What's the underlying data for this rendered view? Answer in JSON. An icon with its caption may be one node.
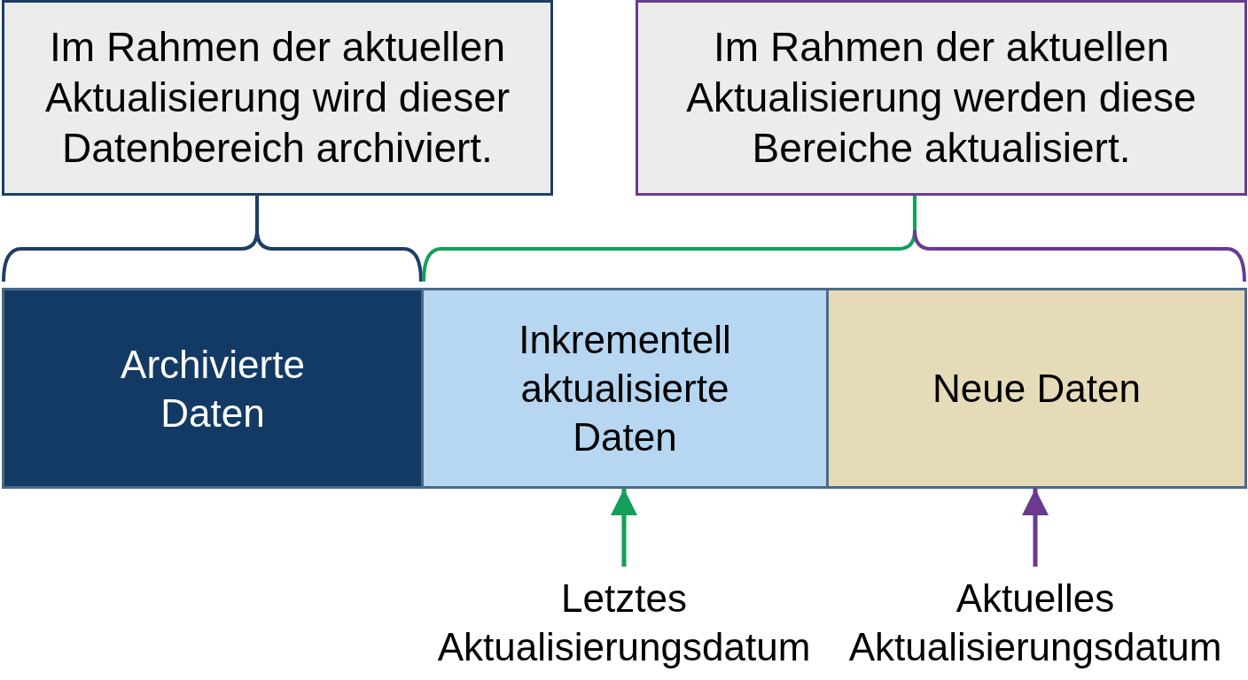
{
  "diagram": {
    "nodes": [
      {
        "text": [
          "Im Rahmen der aktuellen Aktualisierung wird dieser Datenbereich archiviert."
        ]
      },
      {
        "text": [
          "Im Rahmen der aktuellen Aktualisierung werden diese Bereiche aktualisiert."
        ]
      },
      {
        "text": [
          "Archivierte Daten"
        ]
      },
      {
        "text": [
          "Inkrementell aktualisierte Daten"
        ]
      },
      {
        "text": [
          "Neue Daten"
        ]
      },
      {
        "text": [
          "Letztes Aktualisierungsdatum"
        ]
      },
      {
        "text": [
          "Aktuelles Aktualisierungsdatum"
        ]
      }
    ],
    "edges": [
      {
        "from": 5,
        "to": 3,
        "arrow": "to",
        "color": "#14a05a"
      },
      {
        "from": 6,
        "to": 4,
        "arrow": "to",
        "color": "#6b3a8e"
      }
    ]
  }
}
